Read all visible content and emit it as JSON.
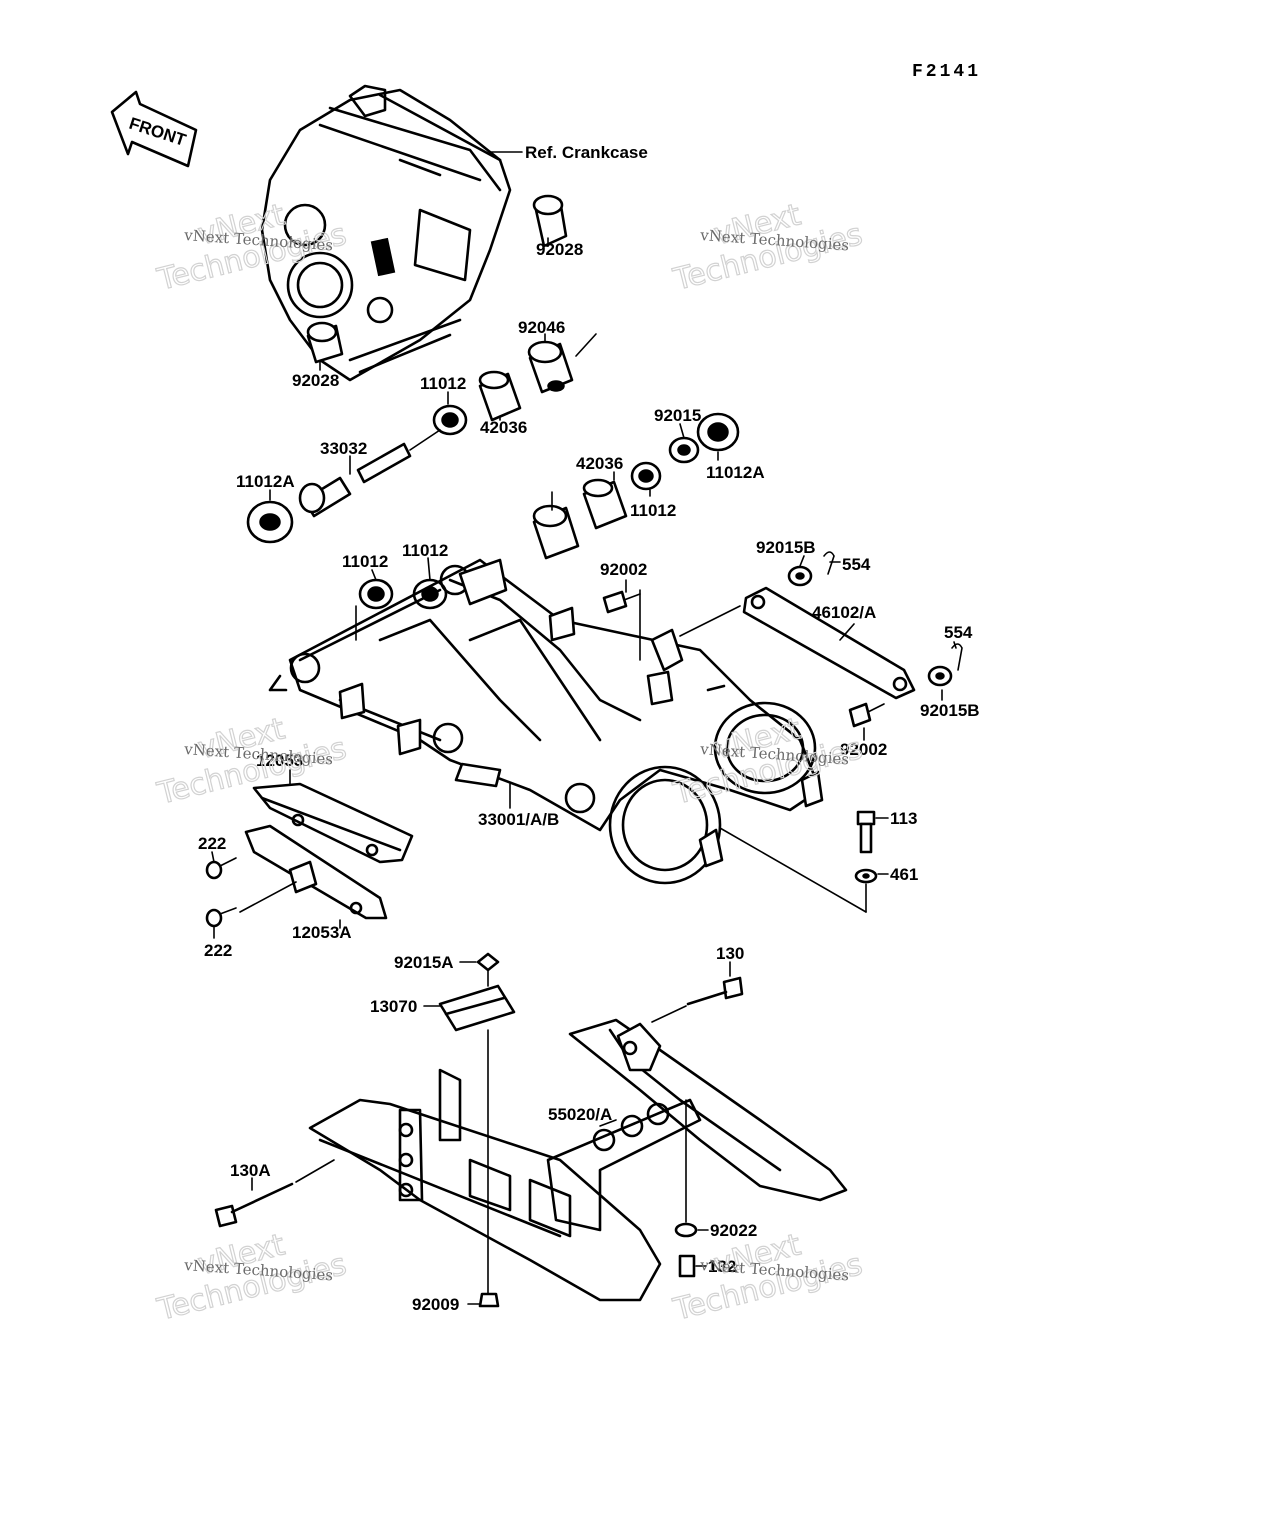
{
  "figure_code": "F2141",
  "front_label": "FRONT",
  "reference_label": "Ref. Crankcase",
  "part_labels": [
    "92028",
    "92028",
    "92046",
    "11012",
    "42036",
    "33032",
    "11012A",
    "92015",
    "11012A",
    "42036",
    "11012",
    "92015B",
    "554",
    "92002",
    "11012",
    "11012",
    "46102/A",
    "554",
    "92015B",
    "92002",
    "12053",
    "33001/A/B",
    "113",
    "461",
    "222",
    "222",
    "12053A",
    "92015A",
    "130",
    "13070",
    "55020/A",
    "130A",
    "92022",
    "132",
    "92009"
  ],
  "watermark_small": "vNext Technologies",
  "watermark_large": [
    "vNext",
    "Technologies"
  ]
}
